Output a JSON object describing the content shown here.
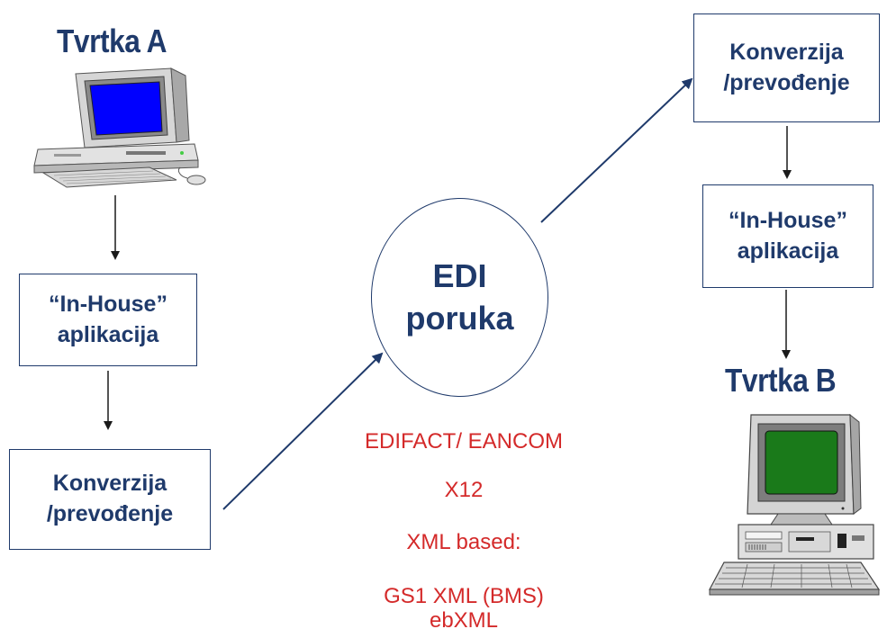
{
  "company_a": {
    "title": "Tvrtka A"
  },
  "company_b": {
    "title": "Tvrtka B"
  },
  "left": {
    "inhouse": "“In-House”\naplikacija",
    "conversion": "Konverzija\n/prevođenje"
  },
  "right": {
    "conversion": "Konverzija\n/prevođenje",
    "inhouse": "“In-House”\naplikacija"
  },
  "center": {
    "message": "EDI\nporuka"
  },
  "formats": [
    "EDIFACT/ EANCOM",
    "X12",
    "XML based:",
    "GS1  XML (BMS)",
    "ebXML"
  ],
  "colors": {
    "navy": "#1f3a6b",
    "format_red": "#d42a2a",
    "screen_a": "#0000ff",
    "screen_b": "#1a7a1a"
  }
}
